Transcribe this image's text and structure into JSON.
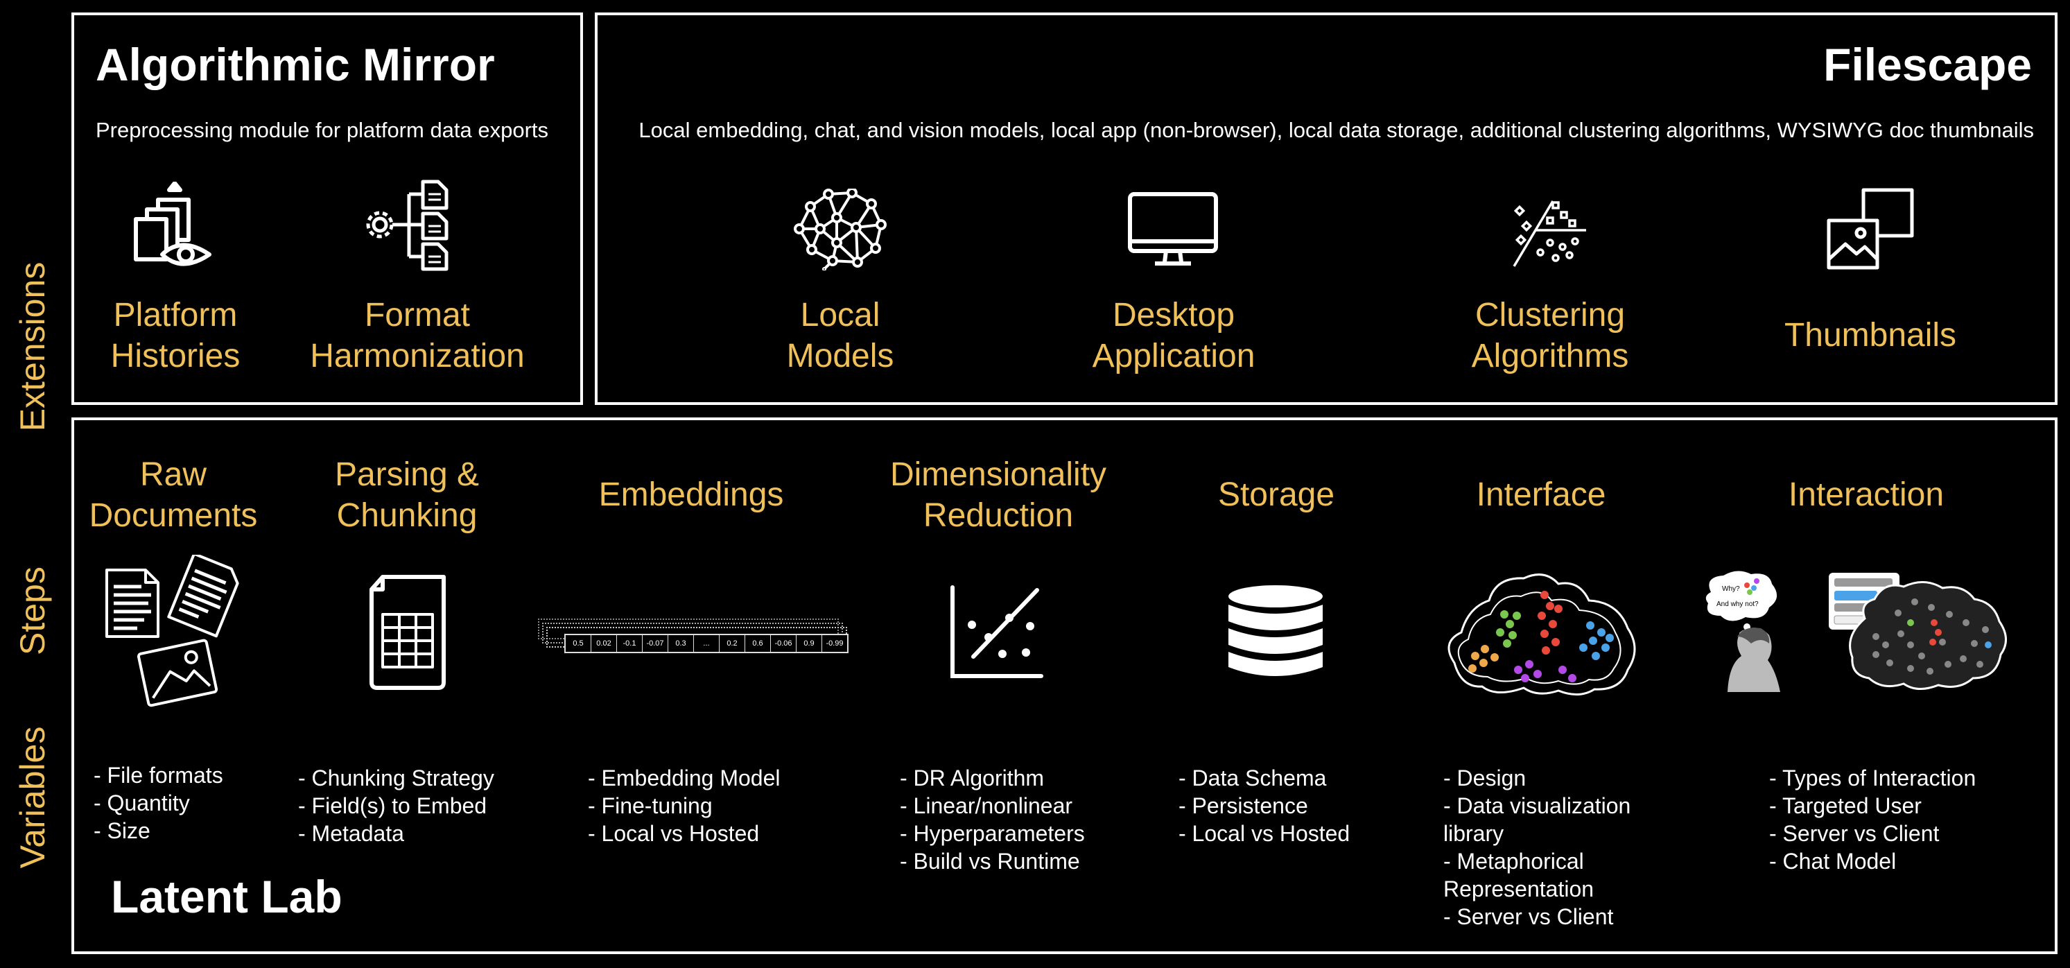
{
  "side_labels": {
    "extensions": "Extensions",
    "steps": "Steps",
    "variables": "Variables"
  },
  "algorithmic_mirror": {
    "title": "Algorithmic Mirror",
    "subtitle": "Preprocessing module for platform data exports",
    "items": [
      {
        "line1": "Platform",
        "line2": "Histories",
        "icon": "document-stack-eye-icon"
      },
      {
        "line1": "Format",
        "line2": "Harmonization",
        "icon": "gear-documents-icon"
      }
    ]
  },
  "filescape": {
    "title": "Filescape",
    "subtitle": "Local embedding, chat, and vision models, local app (non-browser), local data storage, additional clustering algorithms, WYSIWYG doc thumbnails",
    "items": [
      {
        "line1": "Local",
        "line2": "Models",
        "icon": "neural-network-icon"
      },
      {
        "line1": "Desktop",
        "line2": "Application",
        "icon": "monitor-icon"
      },
      {
        "line1": "Clustering",
        "line2": "Algorithms",
        "icon": "scatter-cluster-icon"
      },
      {
        "line1": "Thumbnails",
        "line2": "",
        "icon": "image-thumbnail-icon"
      }
    ]
  },
  "latent_lab": {
    "title": "Latent Lab",
    "steps": [
      {
        "line1": "Raw",
        "line2": "Documents",
        "icon": "documents-image-icon",
        "variables": [
          "- File formats",
          "- Quantity",
          "- Size"
        ]
      },
      {
        "line1": "Parsing &",
        "line2": "Chunking",
        "icon": "spreadsheet-file-icon",
        "variables": [
          "- Chunking Strategy",
          "- Field(s) to Embed",
          "- Metadata"
        ]
      },
      {
        "line1": "Embeddings",
        "line2": "",
        "icon": "vector-strip-icon",
        "variables": [
          "- Embedding Model",
          "- Fine-tuning",
          "- Local vs Hosted"
        ]
      },
      {
        "line1": "Dimensionality",
        "line2": "Reduction",
        "icon": "scatter-diagonal-icon",
        "variables": [
          "- DR Algorithm",
          "- Linear/nonlinear",
          "- Hyperparameters",
          "- Build vs Runtime"
        ]
      },
      {
        "line1": "Storage",
        "line2": "",
        "icon": "database-icon",
        "variables": [
          "- Data Schema",
          "- Persistence",
          "- Local vs Hosted"
        ]
      },
      {
        "line1": "Interface",
        "line2": "",
        "icon": "cluster-map-icon",
        "variables": [
          "- Design",
          "- Data visualization",
          "library",
          "- Metaphorical",
          "Representation",
          "- Server vs Client"
        ]
      },
      {
        "line1": "Interaction",
        "line2": "",
        "icon": "user-chat-map-icon",
        "variables": [
          "- Types of Interaction",
          "- Targeted User",
          "- Server vs Client",
          "- Chat Model"
        ]
      }
    ],
    "embedding_values": [
      "0.5",
      "0.02",
      "-0.1",
      "-0.07",
      "0.3",
      "...",
      "0.2",
      "0.6",
      "-0.06",
      "0.9",
      "-0.99"
    ],
    "thought_bubble": {
      "line1": "Why?",
      "line2": "And why not?"
    }
  },
  "colors": {
    "accent": "#F0C05A",
    "background": "#000000",
    "foreground": "#FFFFFF"
  }
}
